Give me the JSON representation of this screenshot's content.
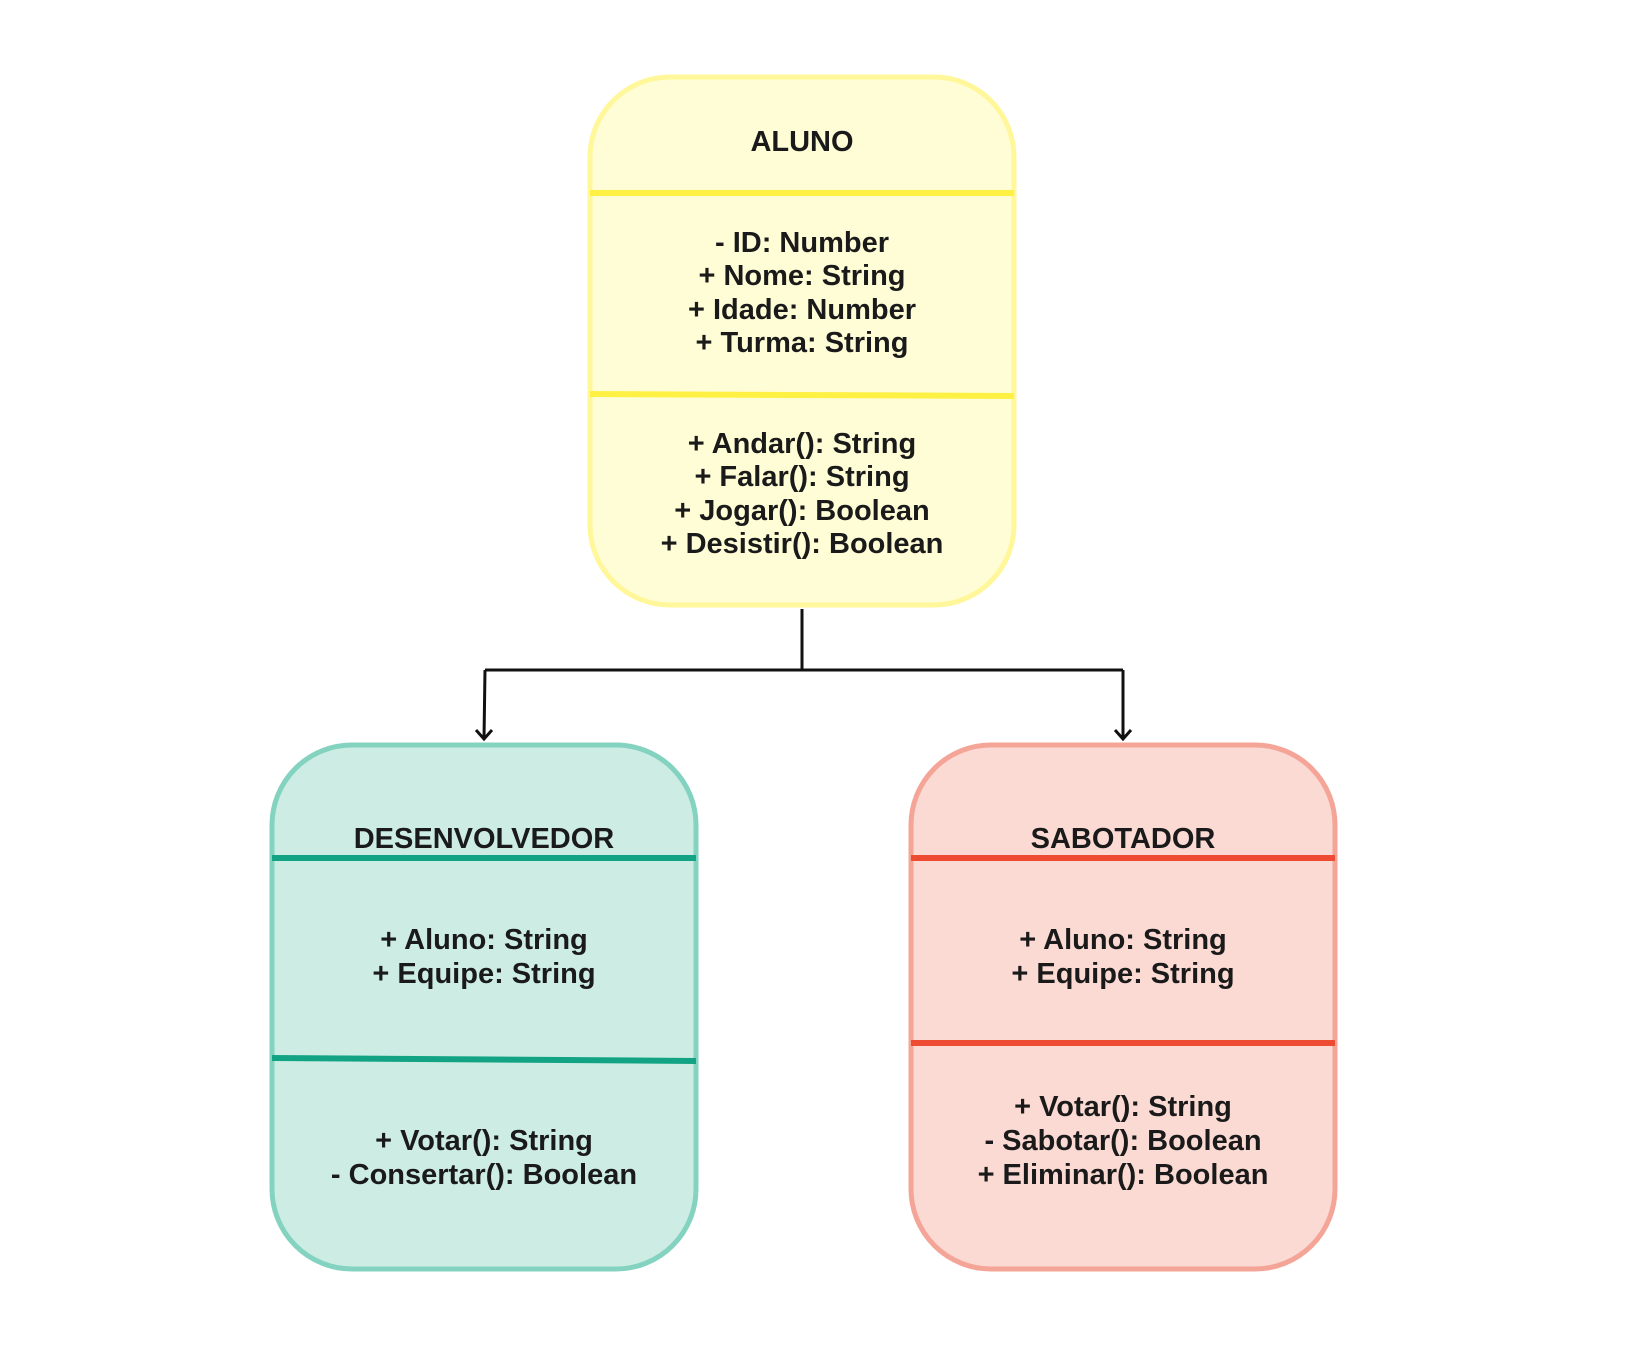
{
  "classes": {
    "aluno": {
      "name": "ALUNO",
      "attributes": [
        "- ID: Number",
        "+ Nome: String",
        "+ Idade: Number",
        "+ Turma: String"
      ],
      "methods": [
        "+ Andar(): String",
        "+ Falar(): String",
        "+ Jogar(): Boolean",
        "+ Desistir(): Boolean"
      ],
      "fill_color": "#FFFDD6",
      "border_color": "#FFF79A",
      "divider_color": "#FFF044"
    },
    "desenvolvedor": {
      "name": "DESENVOLVEDOR",
      "attributes": [
        "+ Aluno: String",
        "+ Equipe: String"
      ],
      "methods": [
        "+ Votar(): String",
        "- Consertar(): Boolean"
      ],
      "fill_color": "#CDEDE4",
      "border_color": "#84D2C0",
      "divider_color": "#12A385"
    },
    "sabotador": {
      "name": "SABOTADOR",
      "attributes": [
        "+ Aluno: String",
        "+ Equipe: String"
      ],
      "methods": [
        "+ Votar(): String",
        "- Sabotar(): Boolean",
        "+ Eliminar(): Boolean"
      ],
      "fill_color": "#FBDAD3",
      "border_color": "#F4A597",
      "divider_color": "#EE4C32"
    }
  },
  "connector_color": "#111111"
}
